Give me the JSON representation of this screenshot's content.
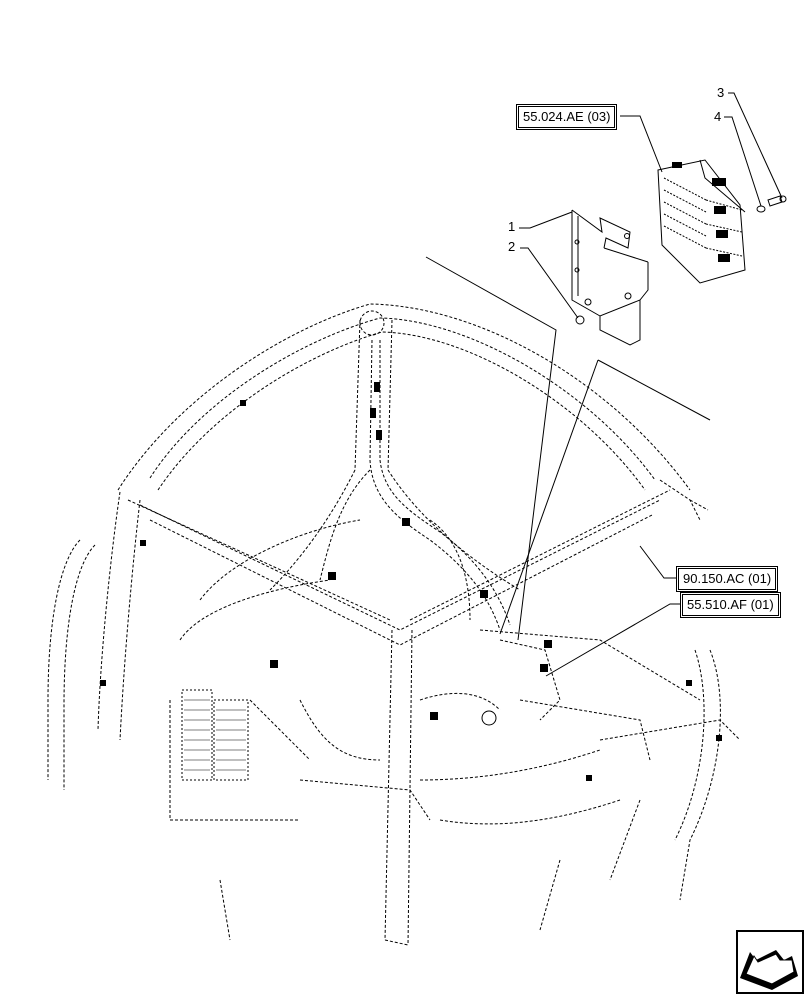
{
  "references": {
    "electronic_control_unit": "55.024.AE (03)",
    "cab_frame": "90.150.AC (01)",
    "wire_harness": "55.510.AF (01)"
  },
  "callouts": {
    "item_1": "1",
    "item_2": "2",
    "item_3": "3",
    "item_4": "4"
  },
  "icons": {
    "navigation": "next-page-arrow-icon"
  }
}
